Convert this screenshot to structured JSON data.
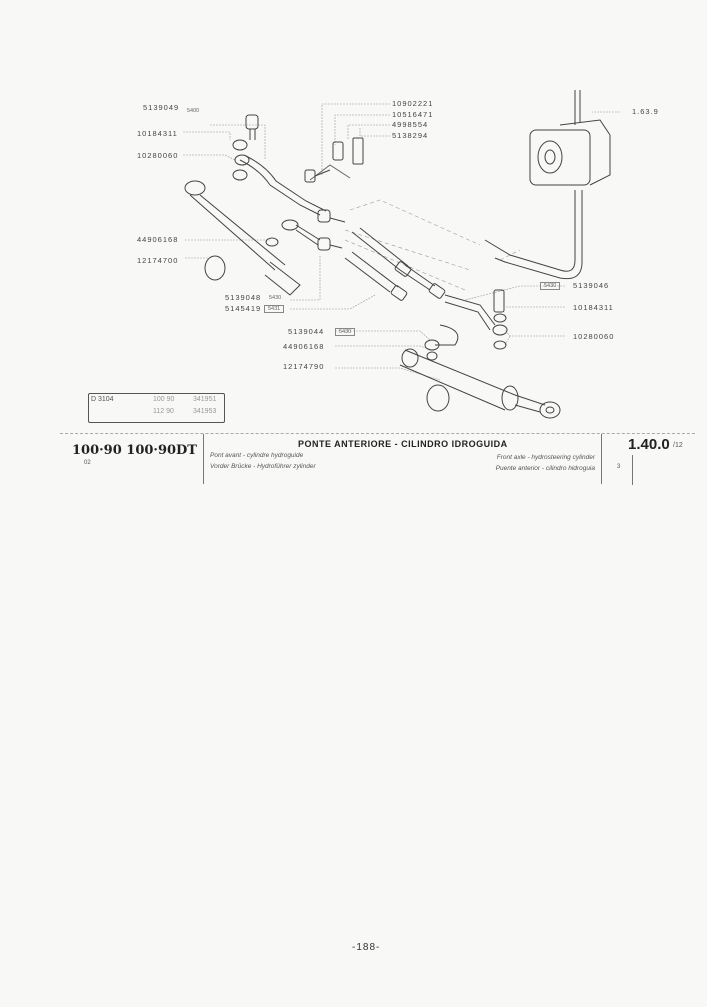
{
  "labels": {
    "p5139049": "5139049",
    "b5400": "5400",
    "p10184311a": "10184311",
    "p10280060a": "10280060",
    "p44906168a": "44906168",
    "p12174700": "12174700",
    "p10902221": "10902221",
    "p10516471": "10516471",
    "p4998554": "4998554",
    "p5138294": "5138294",
    "p163_9": "1.63.9",
    "p5139046": "5139046",
    "b5430c": "5430",
    "p10184311b": "10184311",
    "p10280060b": "10280060",
    "p5139048": "5139048",
    "b5430a": "5430",
    "p5145419": "5145419",
    "b5431": "5431",
    "p5139044": "5139044",
    "b5430b": "5430",
    "p44906168b": "44906168",
    "p12174790": "12174790"
  },
  "reference_box": {
    "code": "D 3104",
    "line1a": "100 90",
    "line1b": "341951",
    "line2a": "112 90",
    "line2b": "341953"
  },
  "header": {
    "models": "100·90 100·90DT",
    "model_sub": "02",
    "title": "PONTE ANTERIORE - CILINDRO IDROGUIDA",
    "fr": "Pont avant - cylindre hydroguide",
    "de": "Vorder Brücke - Hydroführer zylinder",
    "en": "Front axle - hydrosteering cylinder",
    "es": "Puente anterior - cilindro hidroguia",
    "section_code": "1.40.0",
    "section_suffix": "/12",
    "sheet": "3"
  },
  "footer": {
    "page_number": "-188-"
  }
}
